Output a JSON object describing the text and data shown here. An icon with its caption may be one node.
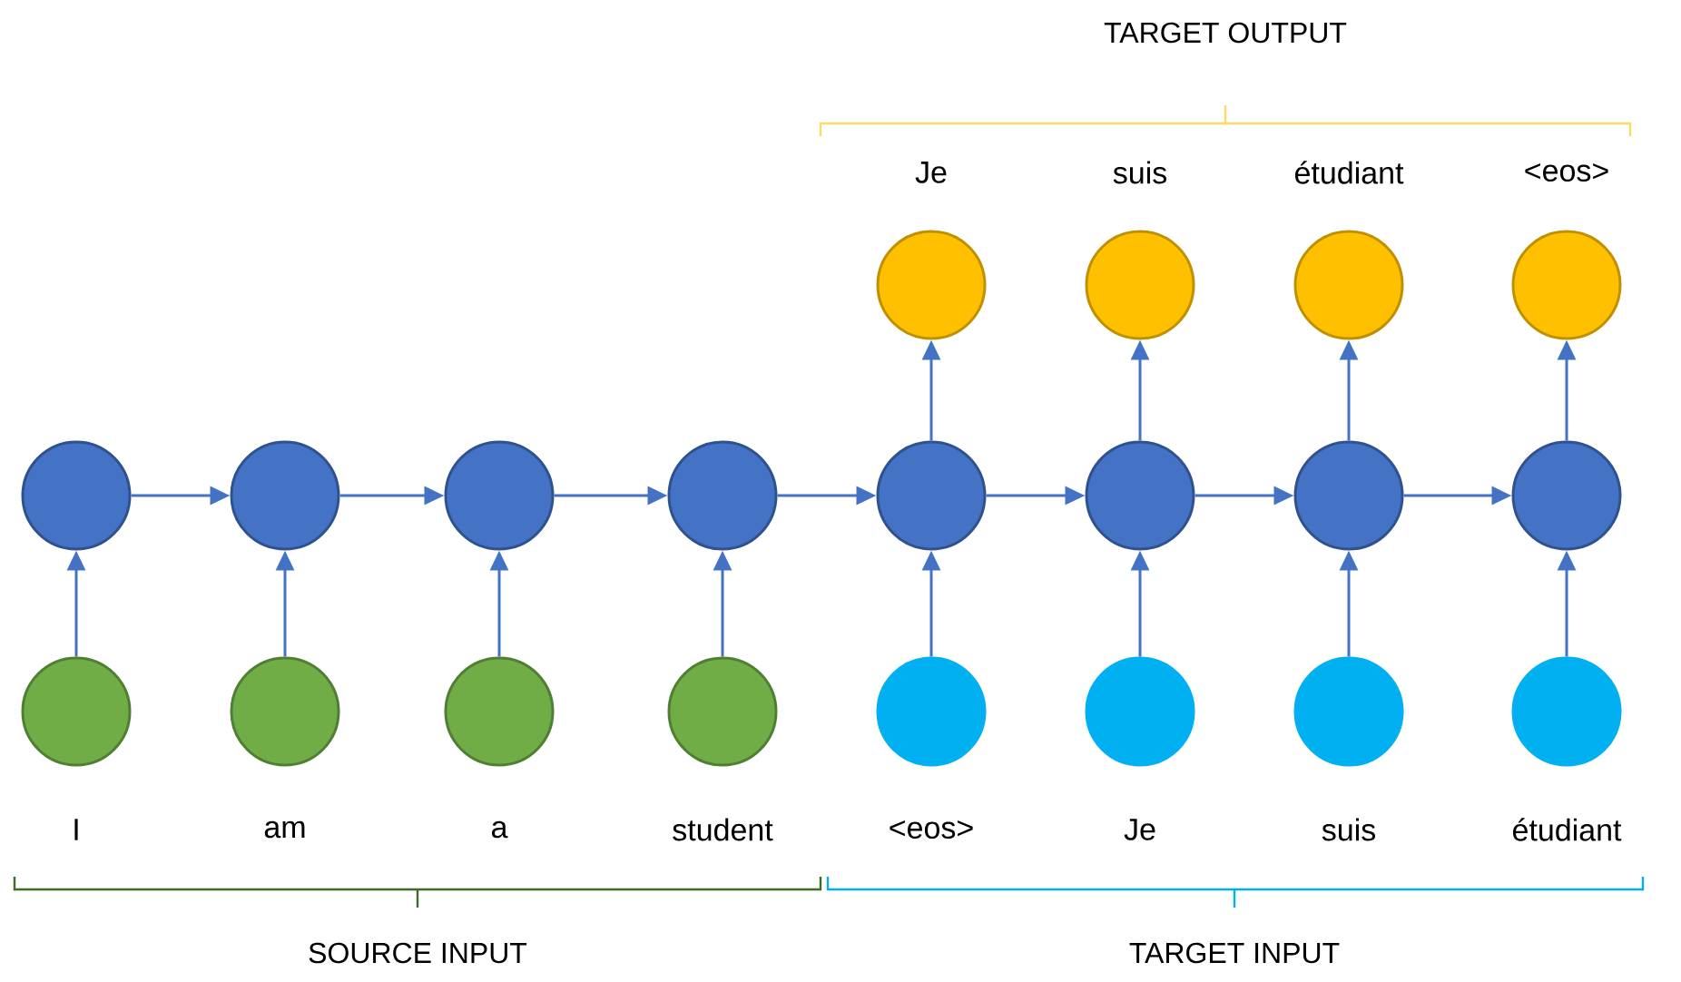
{
  "diagram": {
    "nodes": [
      {
        "text": [],
        "shape": "circle",
        "beside": [
          "Je"
        ]
      },
      {
        "text": [],
        "shape": "circle",
        "beside": [
          "suis"
        ]
      },
      {
        "text": [],
        "shape": "circle",
        "beside": [
          "étudiant"
        ]
      },
      {
        "text": [],
        "shape": "circle",
        "beside": [
          "<eos>"
        ]
      },
      {
        "text": [],
        "shape": "circle"
      },
      {
        "text": [],
        "shape": "circle"
      },
      {
        "text": [],
        "shape": "circle"
      },
      {
        "text": [],
        "shape": "circle"
      },
      {
        "text": [],
        "shape": "circle"
      },
      {
        "text": [],
        "shape": "circle"
      },
      {
        "text": [],
        "shape": "circle"
      },
      {
        "text": [],
        "shape": "circle"
      },
      {
        "text": [],
        "shape": "circle",
        "beside": [
          "I"
        ]
      },
      {
        "text": [],
        "shape": "circle",
        "beside": [
          "am"
        ]
      },
      {
        "text": [],
        "shape": "circle",
        "beside": [
          "a"
        ]
      },
      {
        "text": [],
        "shape": "circle",
        "beside": [
          "student"
        ]
      },
      {
        "text": [],
        "shape": "circle",
        "beside": [
          "<eos>"
        ]
      },
      {
        "text": [],
        "shape": "circle",
        "beside": [
          "Je"
        ]
      },
      {
        "text": [],
        "shape": "circle",
        "beside": [
          "suis"
        ]
      },
      {
        "text": [],
        "shape": "circle",
        "beside": [
          "étudiant"
        ]
      }
    ],
    "edges": [
      {
        "from": 4,
        "to": 5,
        "arrow": "to"
      },
      {
        "from": 5,
        "to": 6,
        "arrow": "to"
      },
      {
        "from": 6,
        "to": 7,
        "arrow": "to"
      },
      {
        "from": 7,
        "to": 8,
        "arrow": "to"
      },
      {
        "from": 8,
        "to": 9,
        "arrow": "to"
      },
      {
        "from": 9,
        "to": 10,
        "arrow": "to"
      },
      {
        "from": 10,
        "to": 11,
        "arrow": "to"
      },
      {
        "from": 12,
        "to": 4,
        "arrow": "to"
      },
      {
        "from": 13,
        "to": 5,
        "arrow": "to"
      },
      {
        "from": 14,
        "to": 6,
        "arrow": "to"
      },
      {
        "from": 15,
        "to": 7,
        "arrow": "to"
      },
      {
        "from": 16,
        "to": 8,
        "arrow": "to"
      },
      {
        "from": 17,
        "to": 9,
        "arrow": "to"
      },
      {
        "from": 18,
        "to": 10,
        "arrow": "to"
      },
      {
        "from": 19,
        "to": 11,
        "arrow": "to"
      },
      {
        "from": 8,
        "to": 0,
        "arrow": "to"
      },
      {
        "from": 9,
        "to": 1,
        "arrow": "to"
      },
      {
        "from": 10,
        "to": 2,
        "arrow": "to"
      },
      {
        "from": 11,
        "to": 3,
        "arrow": "to"
      }
    ],
    "labels": [
      "TARGET OUTPUT",
      "SOURCE INPUT",
      "TARGET INPUT"
    ]
  }
}
